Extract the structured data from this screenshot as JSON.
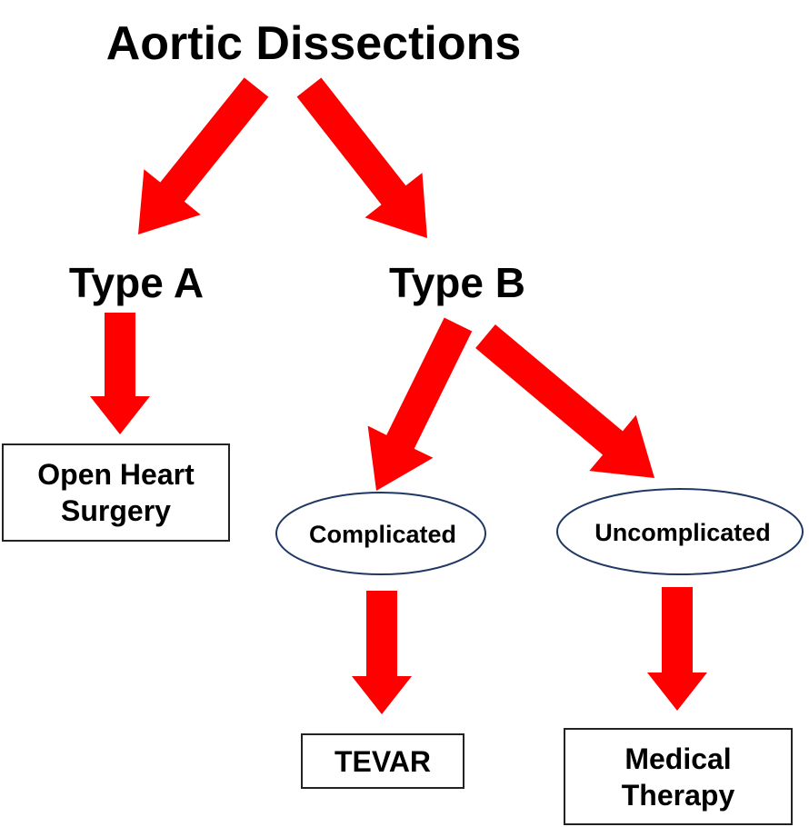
{
  "diagram": {
    "title": "Aortic Dissections",
    "nodes": {
      "type_a": "Type A",
      "type_b": "Type B",
      "open_heart": {
        "line1": "Open Heart",
        "line2": "Surgery"
      },
      "complicated": "Complicated",
      "uncomplicated": "Uncomplicated",
      "tevar": "TEVAR",
      "medical_therapy": {
        "line1": "Medical",
        "line2": "Therapy"
      }
    },
    "edges": [
      {
        "from": "title",
        "to": "type_a"
      },
      {
        "from": "title",
        "to": "type_b"
      },
      {
        "from": "type_a",
        "to": "open_heart"
      },
      {
        "from": "type_b",
        "to": "complicated"
      },
      {
        "from": "type_b",
        "to": "uncomplicated"
      },
      {
        "from": "complicated",
        "to": "tevar"
      },
      {
        "from": "uncomplicated",
        "to": "medical_therapy"
      }
    ],
    "colors": {
      "arrow": "#ff0000",
      "oval_stroke": "#1f3864",
      "box_border": "#222222",
      "text": "#000000"
    }
  }
}
